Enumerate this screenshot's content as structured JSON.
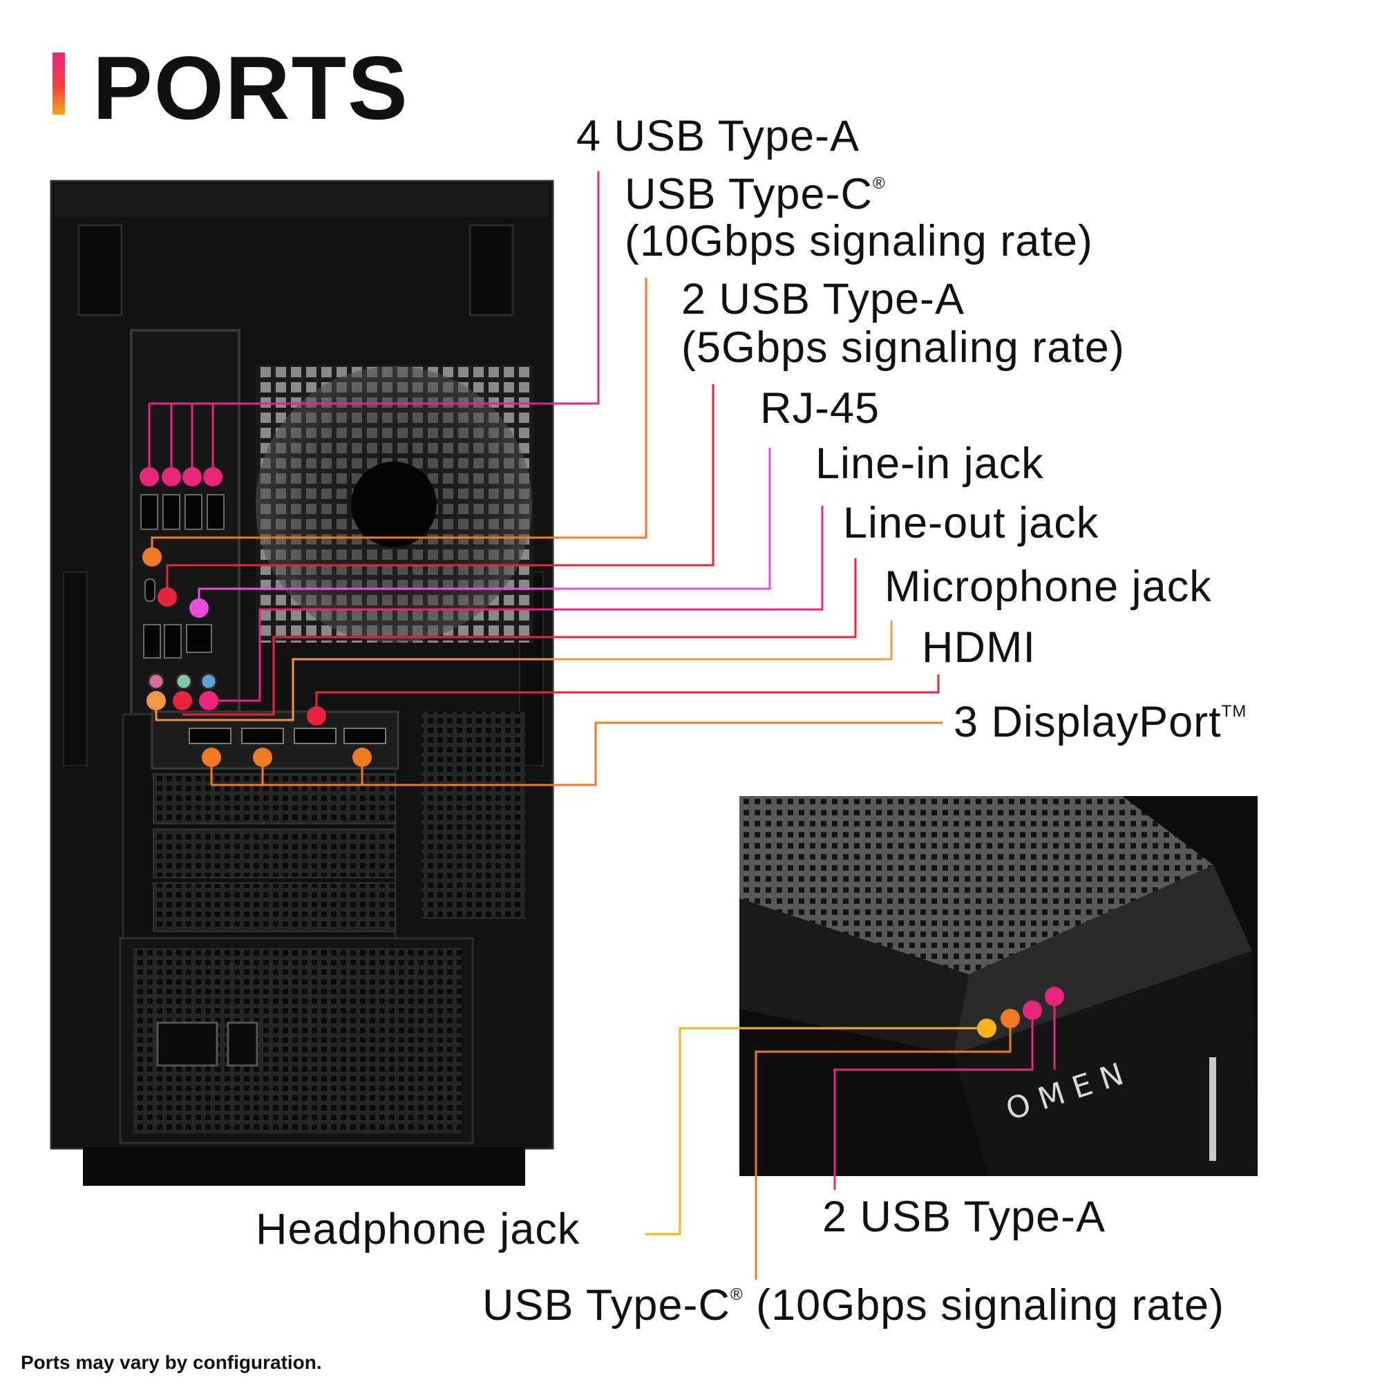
{
  "title": "PORTS",
  "footnote": "Ports may vary by configuration.",
  "brand_logo": "OMEN",
  "colors": {
    "usb_a": "#e8267a",
    "usb_c": "#f07a22",
    "rj45": "#e94bdc",
    "audio_red": "#e8243c",
    "hdmi": "#f29745",
    "displayport": "#f07a22",
    "headphone": "#f6b31b"
  },
  "rear_labels": [
    {
      "text": "4 USB Type-A"
    },
    {
      "text": "USB Type-C",
      "mark": "®"
    },
    {
      "text": "(10Gbps signaling rate)"
    },
    {
      "text": "2 USB Type-A"
    },
    {
      "text": "(5Gbps signaling rate)"
    },
    {
      "text": "RJ-45"
    },
    {
      "text": "Line-in jack"
    },
    {
      "text": "Line-out jack"
    },
    {
      "text": "Microphone jack"
    },
    {
      "text": "HDMI"
    },
    {
      "text": "3 DisplayPort",
      "mark": "TM"
    }
  ],
  "front_labels": [
    {
      "text": "Headphone jack"
    },
    {
      "text": "2 USB Type-A"
    },
    {
      "text": "USB Type-C",
      "mark": "®",
      "suffix": " (10Gbps signaling rate)"
    }
  ]
}
